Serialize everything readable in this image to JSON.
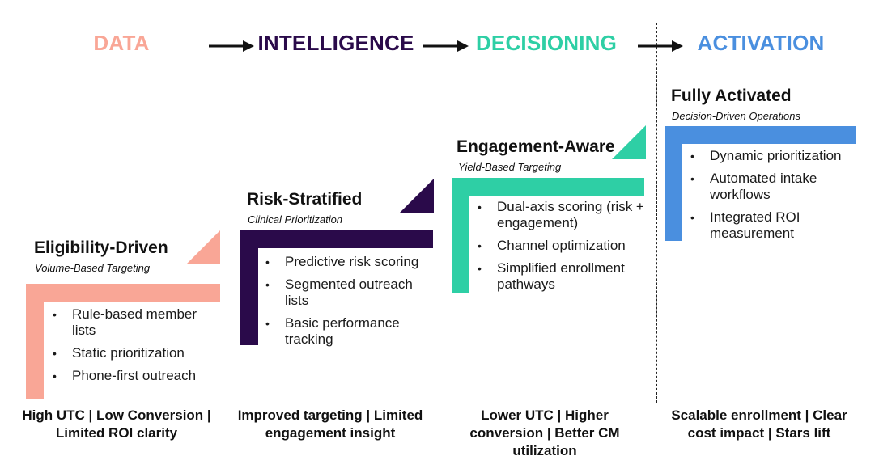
{
  "colors": {
    "data": "#f9a696",
    "intelligence": "#2a0a4a",
    "decisioning": "#2ecfa5",
    "activation": "#4a8fdf",
    "text": "#111111"
  },
  "stages": [
    {
      "label": "DATA"
    },
    {
      "label": "INTELLIGENCE"
    },
    {
      "label": "DECISIONING"
    },
    {
      "label": "ACTIVATION"
    }
  ],
  "steps": [
    {
      "title": "Eligibility-Driven",
      "subtitle": "Volume-Based Targeting",
      "bullets": [
        "Rule-based member lists",
        "Static prioritization",
        "Phone-first outreach"
      ]
    },
    {
      "title": "Risk-Stratified",
      "subtitle": "Clinical Prioritization",
      "bullets": [
        "Predictive risk scoring",
        "Segmented outreach lists",
        "Basic performance tracking"
      ]
    },
    {
      "title": "Engagement-Aware",
      "subtitle": "Yield-Based Targeting",
      "bullets": [
        "Dual-axis scoring (risk + engagement)",
        "Channel optimization",
        "Simplified enrollment pathways"
      ]
    },
    {
      "title": "Fully Activated",
      "subtitle": "Decision-Driven Operations",
      "bullets": [
        "Dynamic prioritization",
        "Automated intake workflows",
        "Integrated ROI measurement"
      ]
    }
  ],
  "outcomes": [
    {
      "line1": "High UTC | Low Conversion |",
      "line2": "Limited ROI clarity"
    },
    {
      "line1": "Improved targeting | Limited",
      "line2": "engagement insight"
    },
    {
      "line1": "Lower UTC | Higher",
      "line2": "conversion | Better CM",
      "line3": "utilization"
    },
    {
      "line1": "Scalable enrollment | Clear",
      "line2": "cost impact | Stars lift"
    }
  ],
  "icons": {
    "flow_arrow": "right-arrow-icon",
    "bullet": "bullet-dot-icon",
    "corner": "triangle-corner-icon"
  }
}
